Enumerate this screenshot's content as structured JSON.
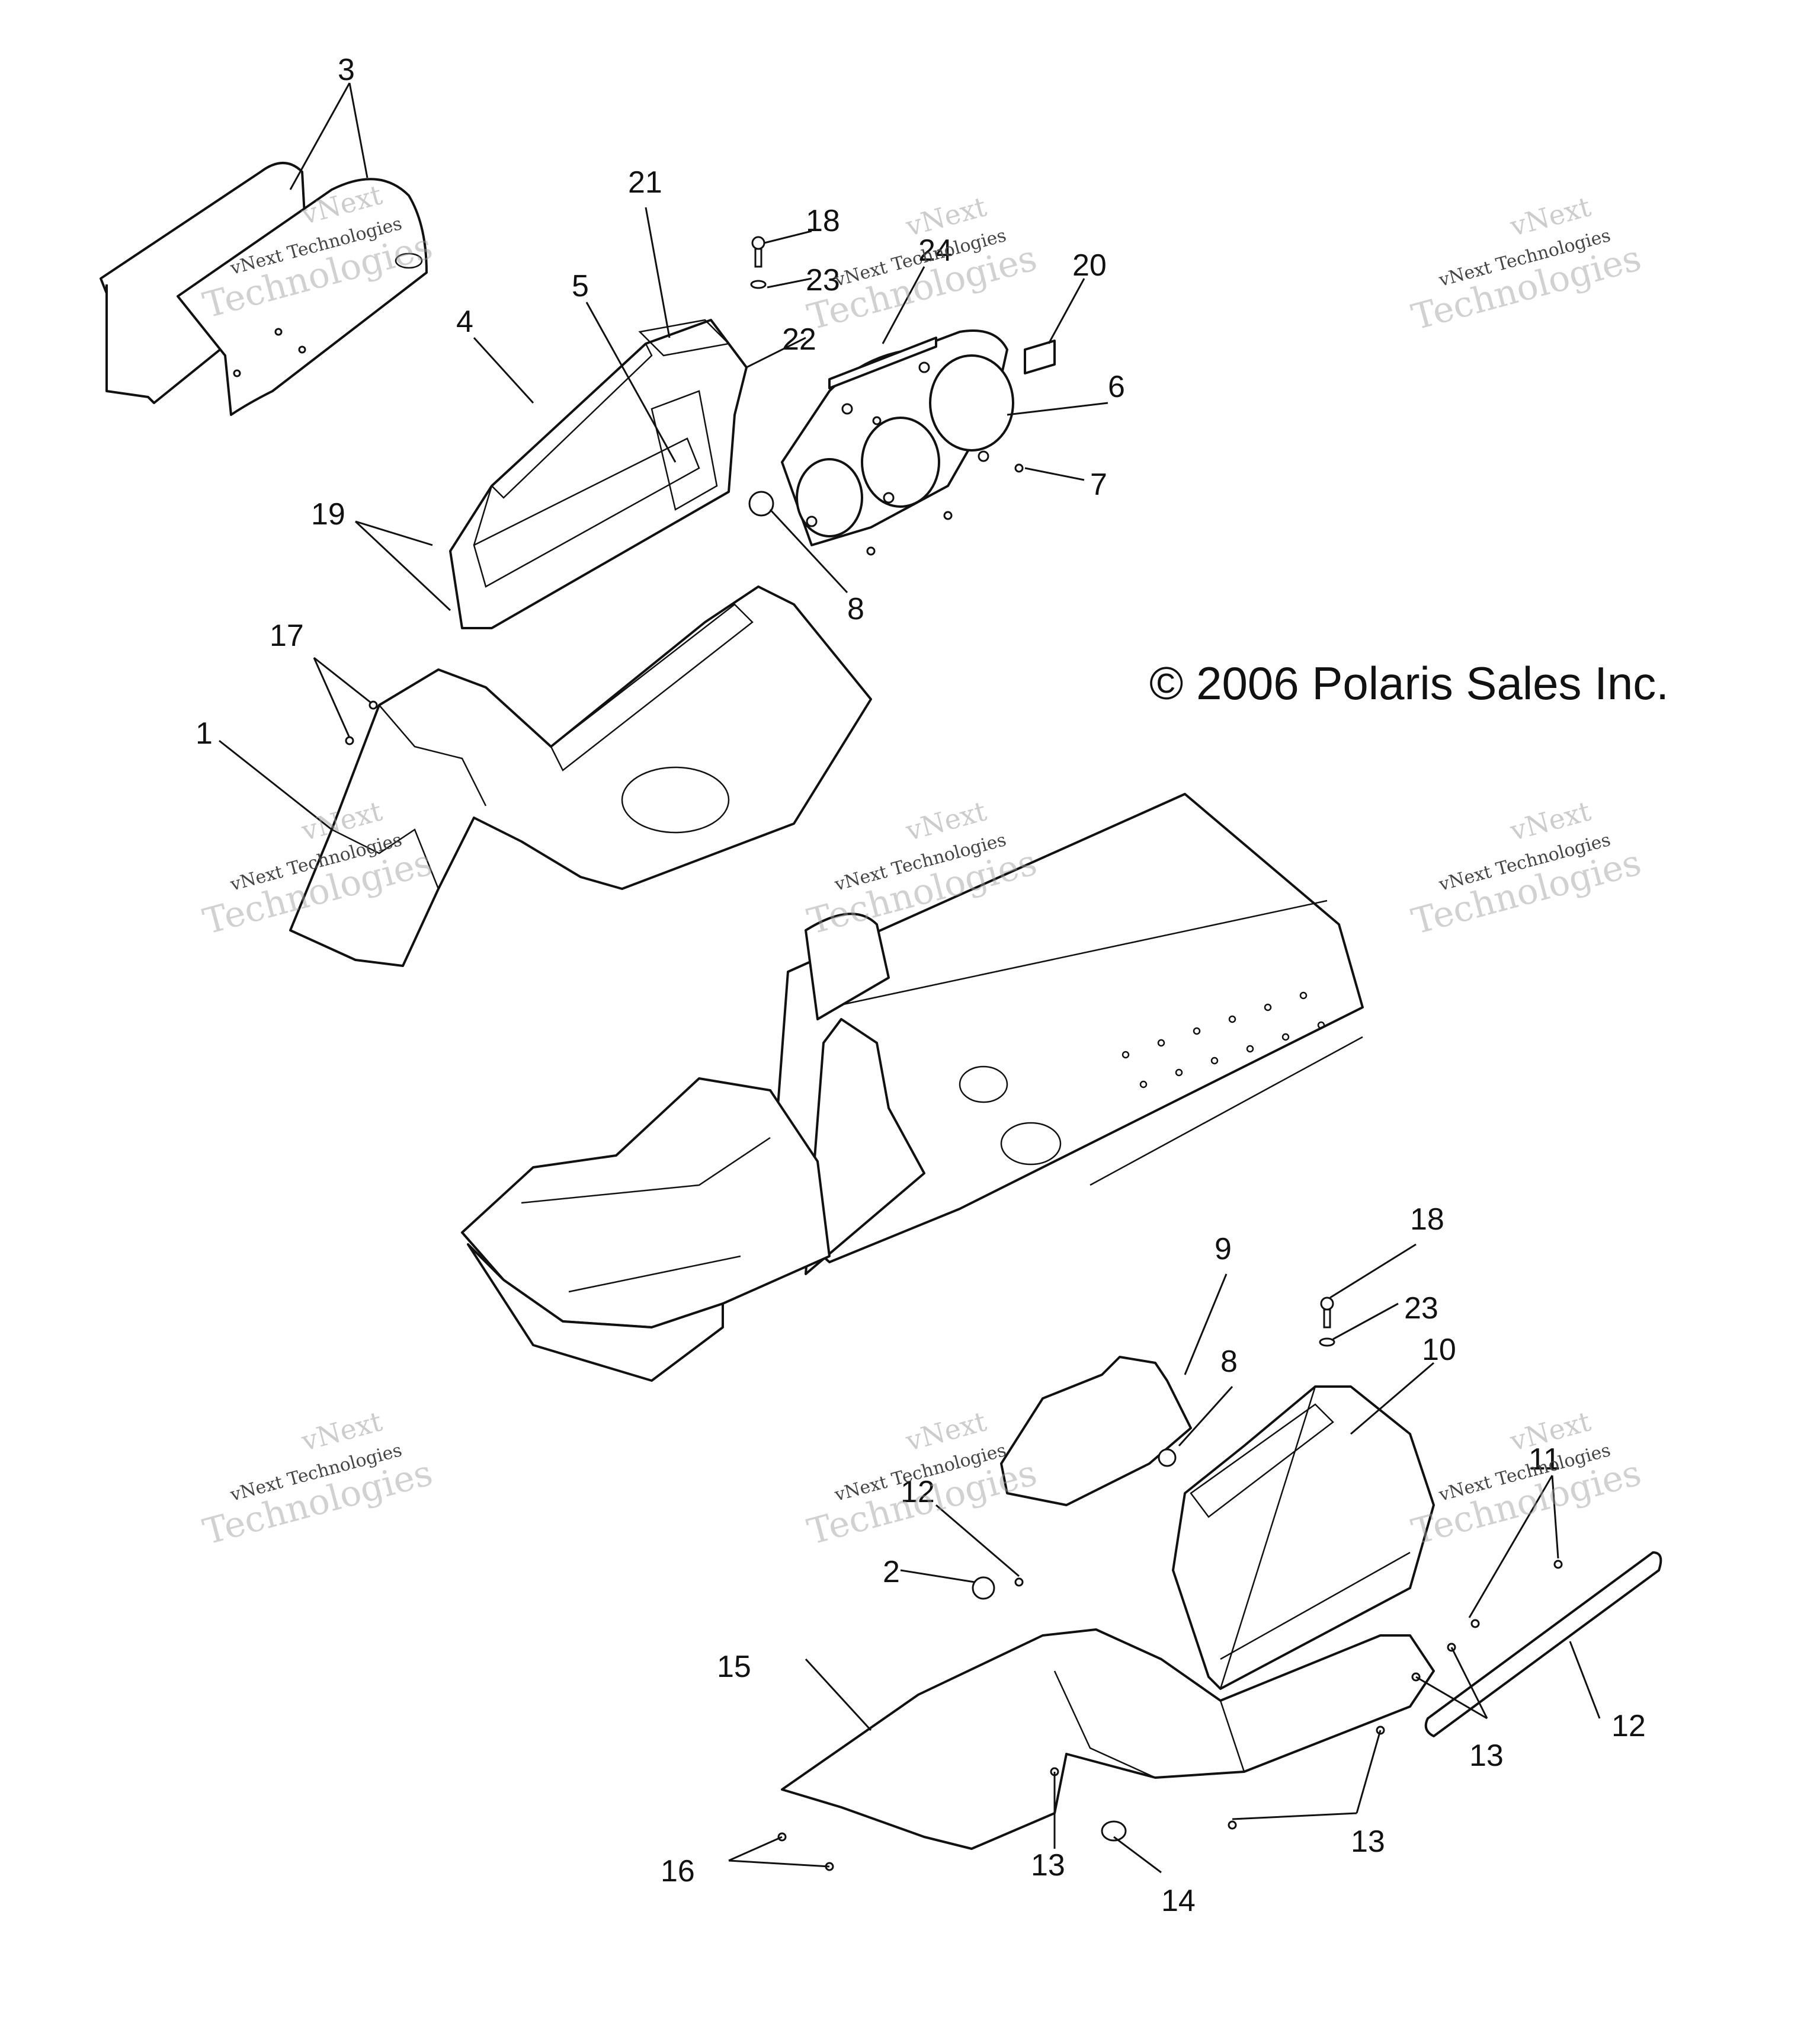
{
  "copyright": "© 2006 Polaris Sales Inc.",
  "watermark": {
    "line1": "vNext",
    "line2": "vNext Technologies",
    "line3": "Technologies"
  },
  "callouts": [
    {
      "id": "c1",
      "text": "1"
    },
    {
      "id": "c2",
      "text": "2"
    },
    {
      "id": "c3",
      "text": "3"
    },
    {
      "id": "c4",
      "text": "4"
    },
    {
      "id": "c5",
      "text": "5"
    },
    {
      "id": "c6",
      "text": "6"
    },
    {
      "id": "c7",
      "text": "7"
    },
    {
      "id": "c8a",
      "text": "8"
    },
    {
      "id": "c8b",
      "text": "8"
    },
    {
      "id": "c9",
      "text": "9"
    },
    {
      "id": "c10",
      "text": "10"
    },
    {
      "id": "c11",
      "text": "11"
    },
    {
      "id": "c12a",
      "text": "12"
    },
    {
      "id": "c12b",
      "text": "12"
    },
    {
      "id": "c13a",
      "text": "13"
    },
    {
      "id": "c13b",
      "text": "13"
    },
    {
      "id": "c13c",
      "text": "13"
    },
    {
      "id": "c14",
      "text": "14"
    },
    {
      "id": "c15",
      "text": "15"
    },
    {
      "id": "c16",
      "text": "16"
    },
    {
      "id": "c17",
      "text": "17"
    },
    {
      "id": "c18a",
      "text": "18"
    },
    {
      "id": "c18b",
      "text": "18"
    },
    {
      "id": "c19",
      "text": "19"
    },
    {
      "id": "c20",
      "text": "20"
    },
    {
      "id": "c21",
      "text": "21"
    },
    {
      "id": "c22",
      "text": "22"
    },
    {
      "id": "c23a",
      "text": "23"
    },
    {
      "id": "c23b",
      "text": "23"
    },
    {
      "id": "c24",
      "text": "24"
    }
  ]
}
